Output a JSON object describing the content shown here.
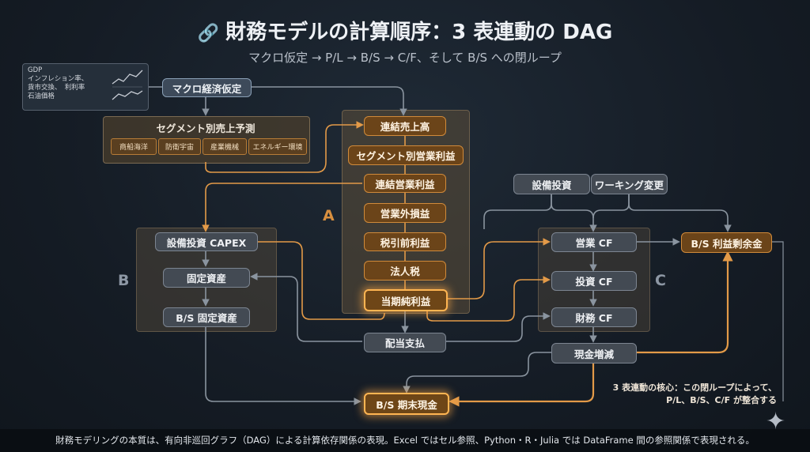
{
  "title": "財務モデルの計算順序：3 表連動の DAG",
  "subtitle": "マクロ仮定 → P/L → B/S → C/F、そして B/S への閉ループ",
  "macro_panel": {
    "lines": [
      "GDP",
      "インフレション率、",
      "貨市交換、　利利率",
      "石油価格"
    ]
  },
  "nodes": {
    "macro": "マクロ経済仮定",
    "seg_sales": "セグメント別売上予測",
    "seg_chips": [
      "商船海洋",
      "防衛宇宙",
      "産業機械",
      "エネルギー環境"
    ],
    "consolidated_sales": "連結売上高",
    "segment_op_profit": "セグメント別営業利益",
    "consolidated_op_profit": "連結営業利益",
    "non_op": "営業外損益",
    "pretax": "税引前利益",
    "corp_tax": "法人税",
    "net_income": "当期純利益",
    "capex": "設備投資 CAPEX",
    "fixed_assets": "固定資産",
    "bs_fixed_assets": "B/S 固定資産",
    "dividends": "配当支払",
    "capex_input": "設備投資",
    "working_capital": "ワーキング変更",
    "op_cf": "営業 CF",
    "inv_cf": "投資 CF",
    "fin_cf": "財務 CF",
    "cash_change": "現金増減",
    "retained": "B/S 利益剰余金",
    "ending_cash": "B/S 期末現金"
  },
  "group_labels": {
    "a": "A",
    "b": "B",
    "c": "C"
  },
  "note_lines": [
    "3 表連動の核心：この閉ループによって、",
    "P/L、B/S、C/F が整合する"
  ],
  "footer": "財務モデリングの本質は、有向非巡回グラフ（DAG）による計算依存関係の表現。Excel ではセル参照、Python・R・Julia では DataFrame 間の参照関係で表現される。",
  "colors": {
    "accent": "#e39a48",
    "gray_arrow": "#8a949f",
    "glow": "#ffb552"
  }
}
